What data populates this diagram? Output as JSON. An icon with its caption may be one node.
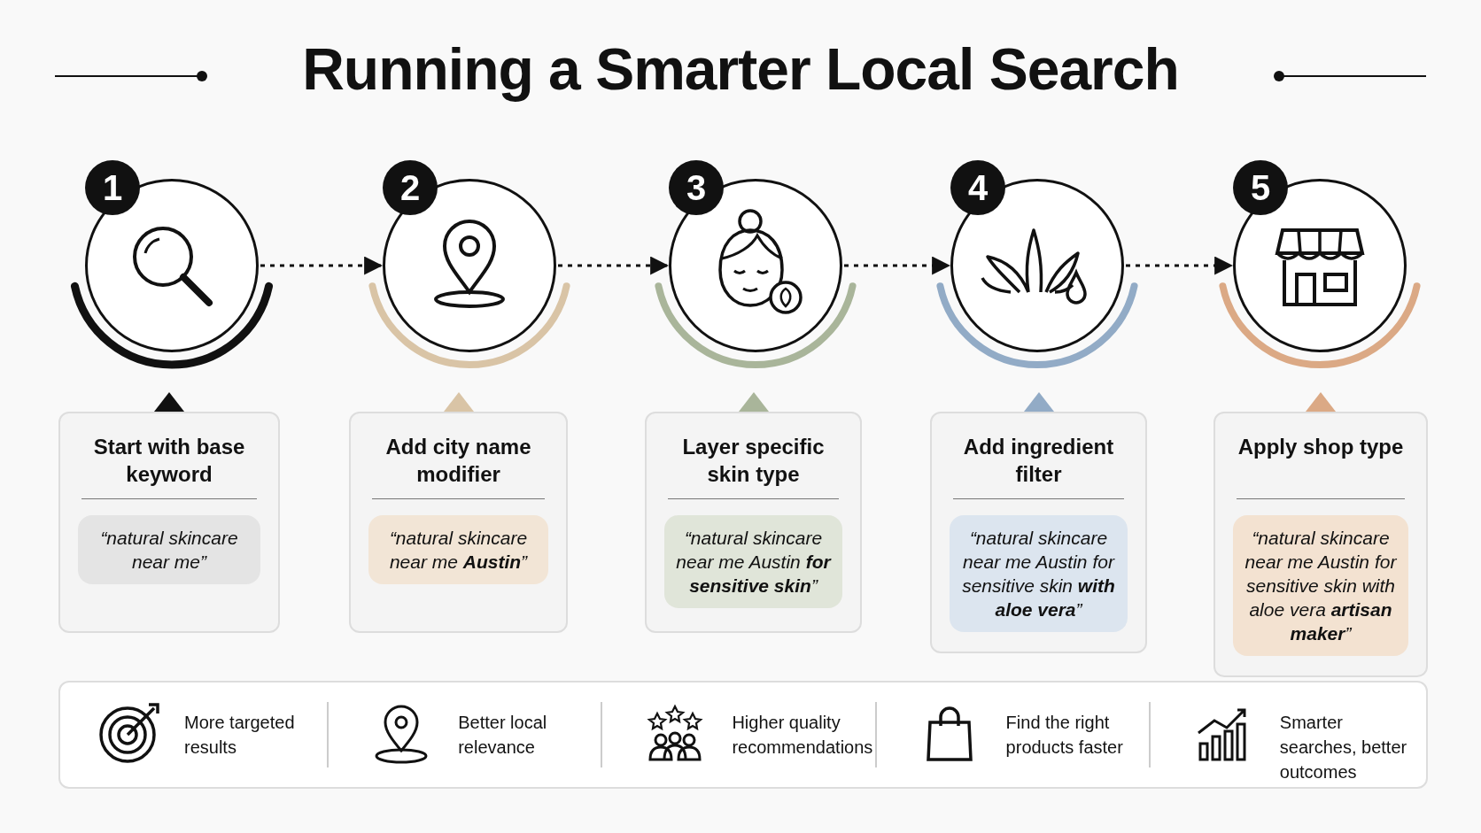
{
  "diagram": {
    "title": "Running a Smarter Local Search",
    "nodes": [
      {
        "text": [
          "1"
        ]
      },
      {
        "text": [
          "2"
        ]
      },
      {
        "text": [
          "3"
        ]
      },
      {
        "text": [
          "4"
        ]
      },
      {
        "text": [
          "5"
        ]
      },
      {
        "text": [
          "Start with base keyword",
          "“natural skincare near me”"
        ]
      },
      {
        "text": [
          "Add city name modifier",
          "“natural skincare near me **Austin**”"
        ]
      },
      {
        "text": [
          "Layer specific skin type",
          "“natural skincare near me Austin **for sensitive skin**”"
        ]
      },
      {
        "text": [
          "Add ingredient filter",
          "“natural skincare near me Austin for sensitive skin **with aloe vera**”"
        ]
      },
      {
        "text": [
          "Apply shop type",
          "“natural skincare near me Austin for sensitive skin with aloe vera **artisan maker**”"
        ]
      }
    ],
    "edges": [
      {
        "from": 0,
        "to": 1,
        "arrow": "to",
        "style": "dashed"
      },
      {
        "from": 1,
        "to": 2,
        "arrow": "to",
        "style": "dashed"
      },
      {
        "from": 2,
        "to": 3,
        "arrow": "to",
        "style": "dashed"
      },
      {
        "from": 3,
        "to": 4,
        "arrow": "to",
        "style": "dashed"
      }
    ],
    "labels": [
      "More targeted results",
      "Better local relevance",
      "Higher quality recommendations",
      "Find the right products faster",
      "Smarter searches, better outcomes"
    ]
  }
}
